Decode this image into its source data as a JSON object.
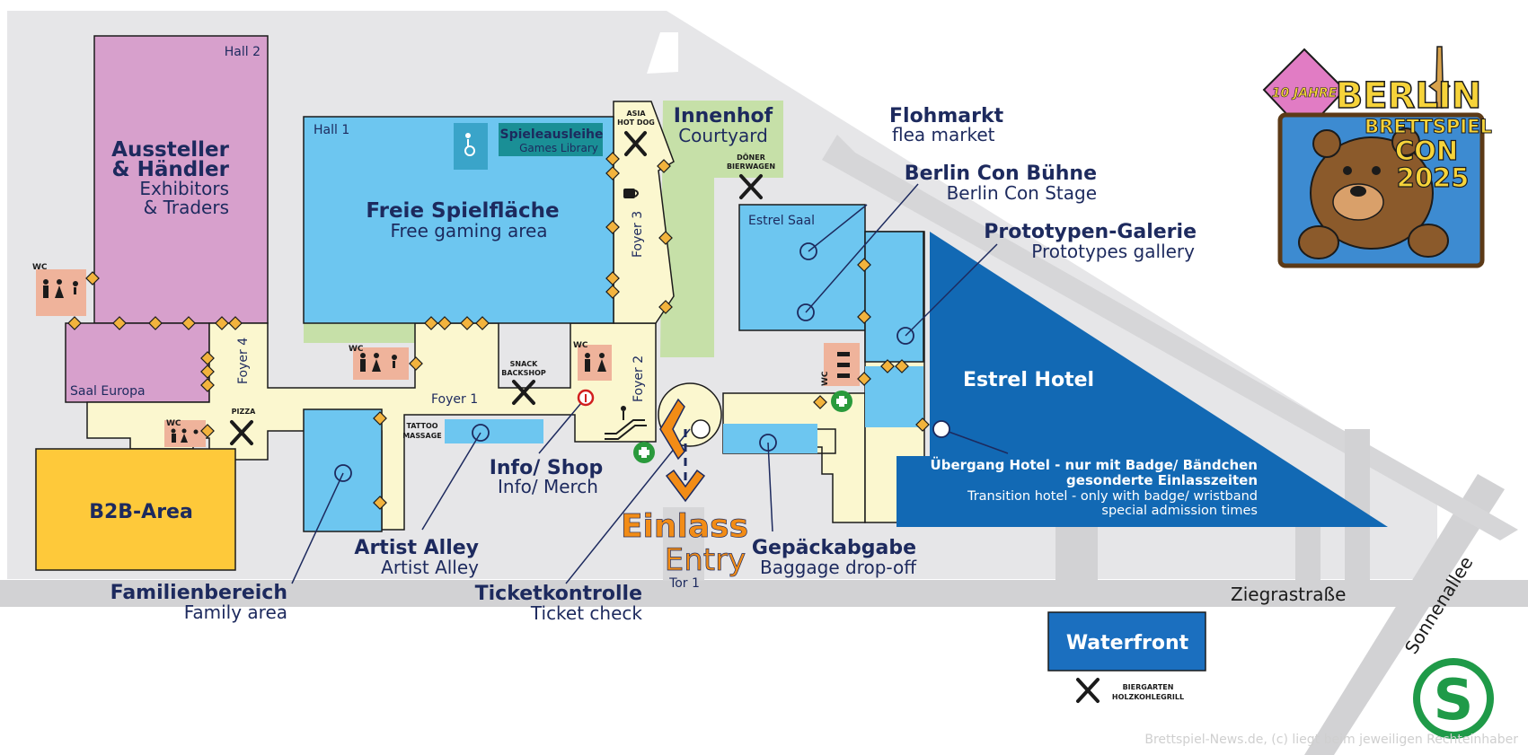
{
  "halls": {
    "hall2": "Hall 2",
    "hall1": "Hall 1",
    "saal_europa": "Saal Europa",
    "estrel_saal": "Estrel Saal",
    "foyer1": "Foyer 1",
    "foyer2": "Foyer 2",
    "foyer3": "Foyer 3",
    "foyer4": "Foyer 4"
  },
  "areas": {
    "aussteller": {
      "de1": "Aussteller",
      "de2": "& Händler",
      "en1": "Exhibitors",
      "en2": "& Traders"
    },
    "b2b": "B2B-Area",
    "freie": {
      "de": "Freie Spielfläche",
      "en": "Free gaming area"
    },
    "spieleausleihe": {
      "de": "Spieleausleihe",
      "en": "Games Library"
    },
    "innenhof": {
      "de": "Innenhof",
      "en": "Courtyard"
    },
    "estrel_hotel": "Estrel Hotel",
    "waterfront": "Waterfront"
  },
  "callouts": {
    "flohmarkt": {
      "de": "Flohmarkt",
      "en": "flea market"
    },
    "buehne": {
      "de": "Berlin Con Bühne",
      "en": "Berlin Con Stage"
    },
    "prototypen": {
      "de": "Prototypen-Galerie",
      "en": "Prototypes gallery"
    },
    "familien": {
      "de": "Familienbereich",
      "en": "Family area"
    },
    "artist": {
      "de": "Artist Alley",
      "en": "Artist Alley"
    },
    "info": {
      "de": "Info/ Shop",
      "en": "Info/ Merch"
    },
    "ticket": {
      "de": "Ticketkontrolle",
      "en": "Ticket check"
    },
    "gepaeck": {
      "de": "Gepäckabgabe",
      "en": "Baggage drop-off"
    },
    "einlass": {
      "de": "Einlass",
      "en": "Entry",
      "gate": "Tor 1"
    },
    "uebergang": {
      "de_bold": "Übergang Hotel -",
      "de_rest": " nur mit Badge/ Bändchen",
      "de_line2": "gesonderte Einlasszeiten",
      "en_line1": "Transition hotel - only with badge/ wristband",
      "en_line2": "special admission times"
    }
  },
  "small_labels": {
    "wc": "WC",
    "asia": "ASIA",
    "hotdog": "HOT DOG",
    "doener": "DÖNER",
    "bierwagen": "BIERWAGEN",
    "snack": "SNACK",
    "backshop": "BACKSHOP",
    "pizza": "PIZZA",
    "tattoo": "TATTOO",
    "massage": "MASSAGE",
    "biergarten": "BIERGARTEN",
    "holzkohlegrill": "HOLZKOHLEGRILL"
  },
  "streets": {
    "ziegrast": "Ziegrastraße",
    "sonnenallee": "Sonnenallee"
  },
  "logo": {
    "years": "10 JAHRE",
    "l1": "BERLIN",
    "l2": "BRETTSPIEL",
    "l3": "CON",
    "l4": "2025"
  },
  "sbahn": "S",
  "credit": "Brettspiel-News.de, (c) liegt beim jeweiligen Rechteinhaber",
  "colors": {
    "ground": "#e6e6e8",
    "street": "#d2d2d4",
    "foyer": "#fbf7cf",
    "light_blue": "#6dc6f0",
    "hotel_blue": "#1269b4",
    "waterfront": "#1b6fbf",
    "exhibitor": "#d7a0cc",
    "b2b": "#fec93a",
    "courtyard": "#c6e0a8",
    "wc": "#efb39b",
    "text_navy": "#1d2a5e",
    "entry_orange": "#f28c16",
    "sbahn_green": "#1f9a48"
  }
}
